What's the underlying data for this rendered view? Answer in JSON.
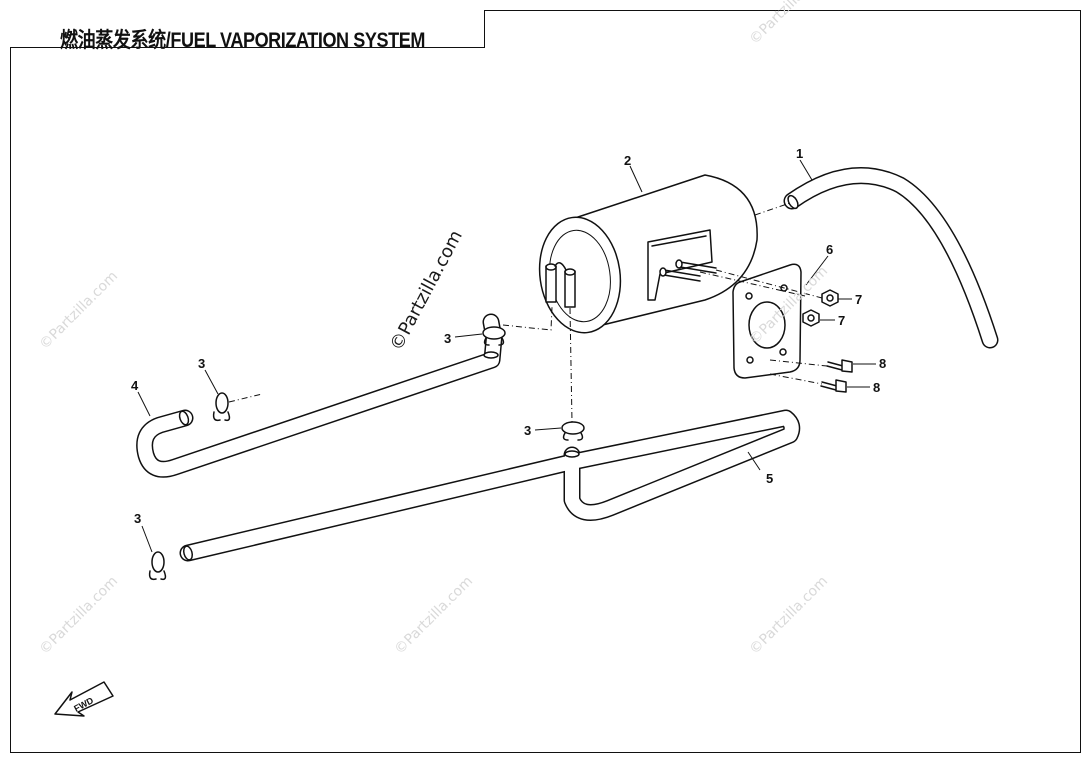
{
  "title": "燃油蒸发系统/FUEL VAPORIZATION SYSTEM",
  "watermark_main": "©Partzilla.com",
  "watermark_faint": "©Partzilla.com",
  "callouts": {
    "c1": "1",
    "c2": "2",
    "c3a": "3",
    "c3b": "3",
    "c3c": "3",
    "c3d": "3",
    "c4": "4",
    "c5": "5",
    "c6": "6",
    "c7a": "7",
    "c7b": "7",
    "c8a": "8",
    "c8b": "8"
  },
  "fwd_label": "FWD"
}
